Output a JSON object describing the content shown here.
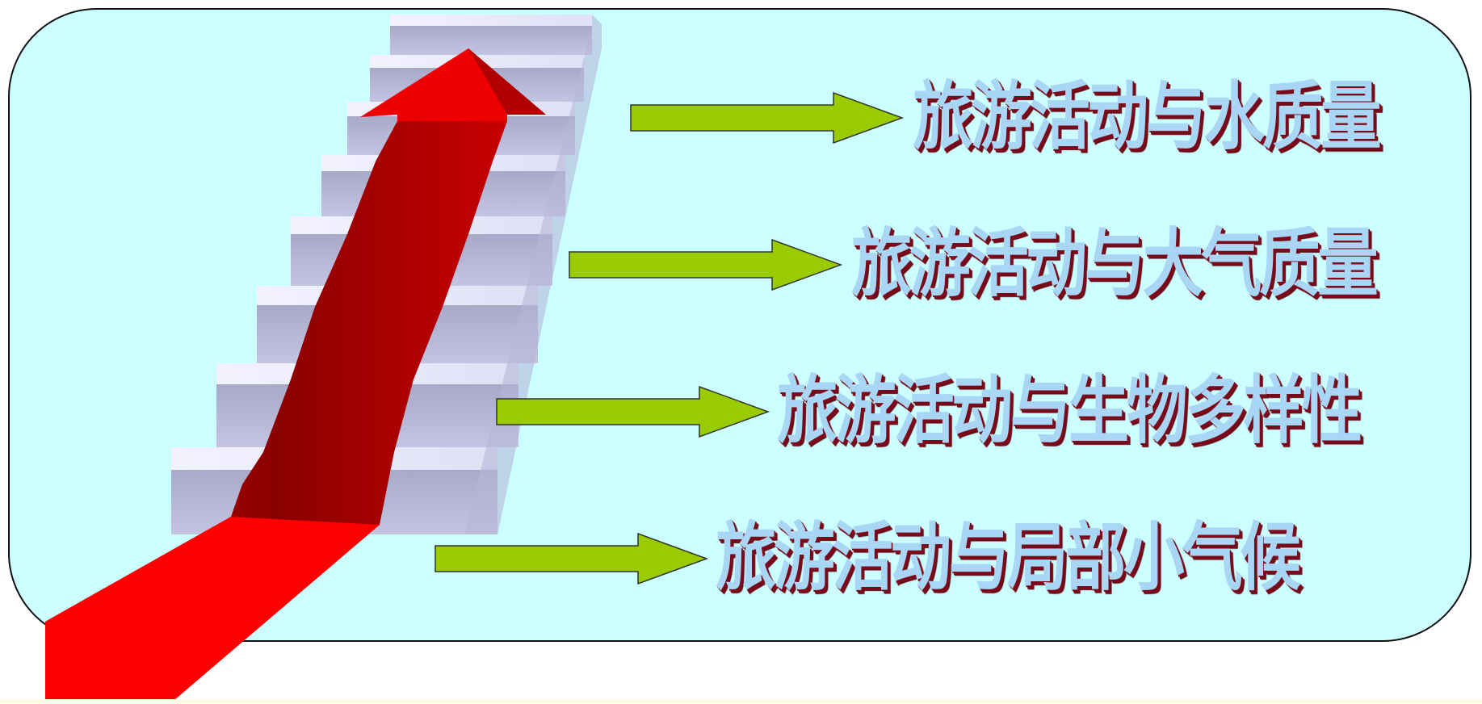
{
  "colors": {
    "panel_background": "#ccffff",
    "arrow_fill": "#99cc00",
    "text_fill": "#a9d6f5",
    "text_shadow": "#7a0a1a",
    "carpet": "#e00000",
    "stairs": "#c8c8e6"
  },
  "topics": [
    {
      "label": "旅游活动与水质量"
    },
    {
      "label": "旅游活动与大气质量"
    },
    {
      "label": "旅游活动与生物多样性"
    },
    {
      "label": "旅游活动与局部小气候"
    }
  ]
}
